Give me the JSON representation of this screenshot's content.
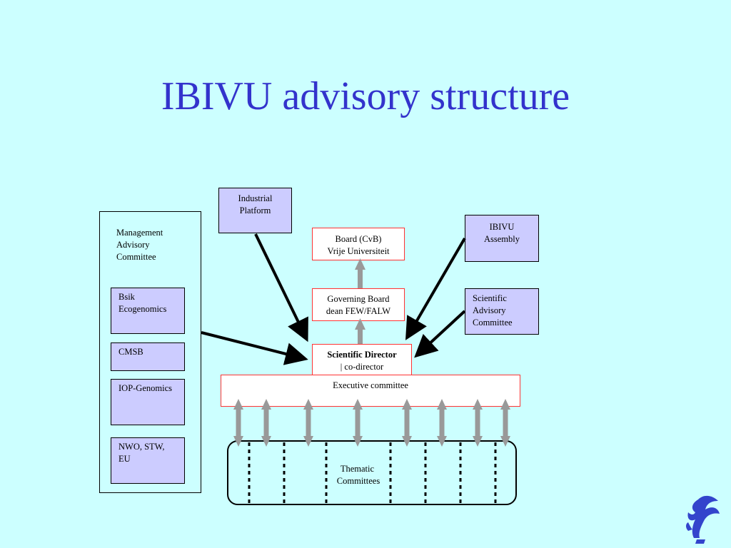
{
  "slide": {
    "title": "IBIVU advisory structure"
  },
  "boxes": {
    "industrial_platform": "Industrial Platform",
    "management_advisory_committee": "Management Advisory Committee",
    "bsik_ecogenomics": "Bsik Ecogenomics",
    "cmsb": "CMSB",
    "iop_genomics": "IOP-Genomics",
    "nwo_stw_eu": "NWO, STW, EU",
    "board_line1": "Board (CvB)",
    "board_line2": "Vrije Universiteit",
    "governing_line1": "Governing Board",
    "governing_line2": "dean FEW/FALW",
    "director_line1": "Scientific Director",
    "director_line2": "| co-director",
    "executive_committee": "Executive committee",
    "ibivu_assembly": "IBIVU Assembly",
    "scientific_advisory_committee": "Scientific Advisory Committee",
    "thematic_committees": "Thematic Committees"
  },
  "colors": {
    "background": "#ccffff",
    "title": "#3333cc",
    "box_fill": "#ccccff",
    "red_border": "#ff3333",
    "grey_arrow": "#999999"
  },
  "icons": {
    "logo": "griffin-logo-icon"
  }
}
